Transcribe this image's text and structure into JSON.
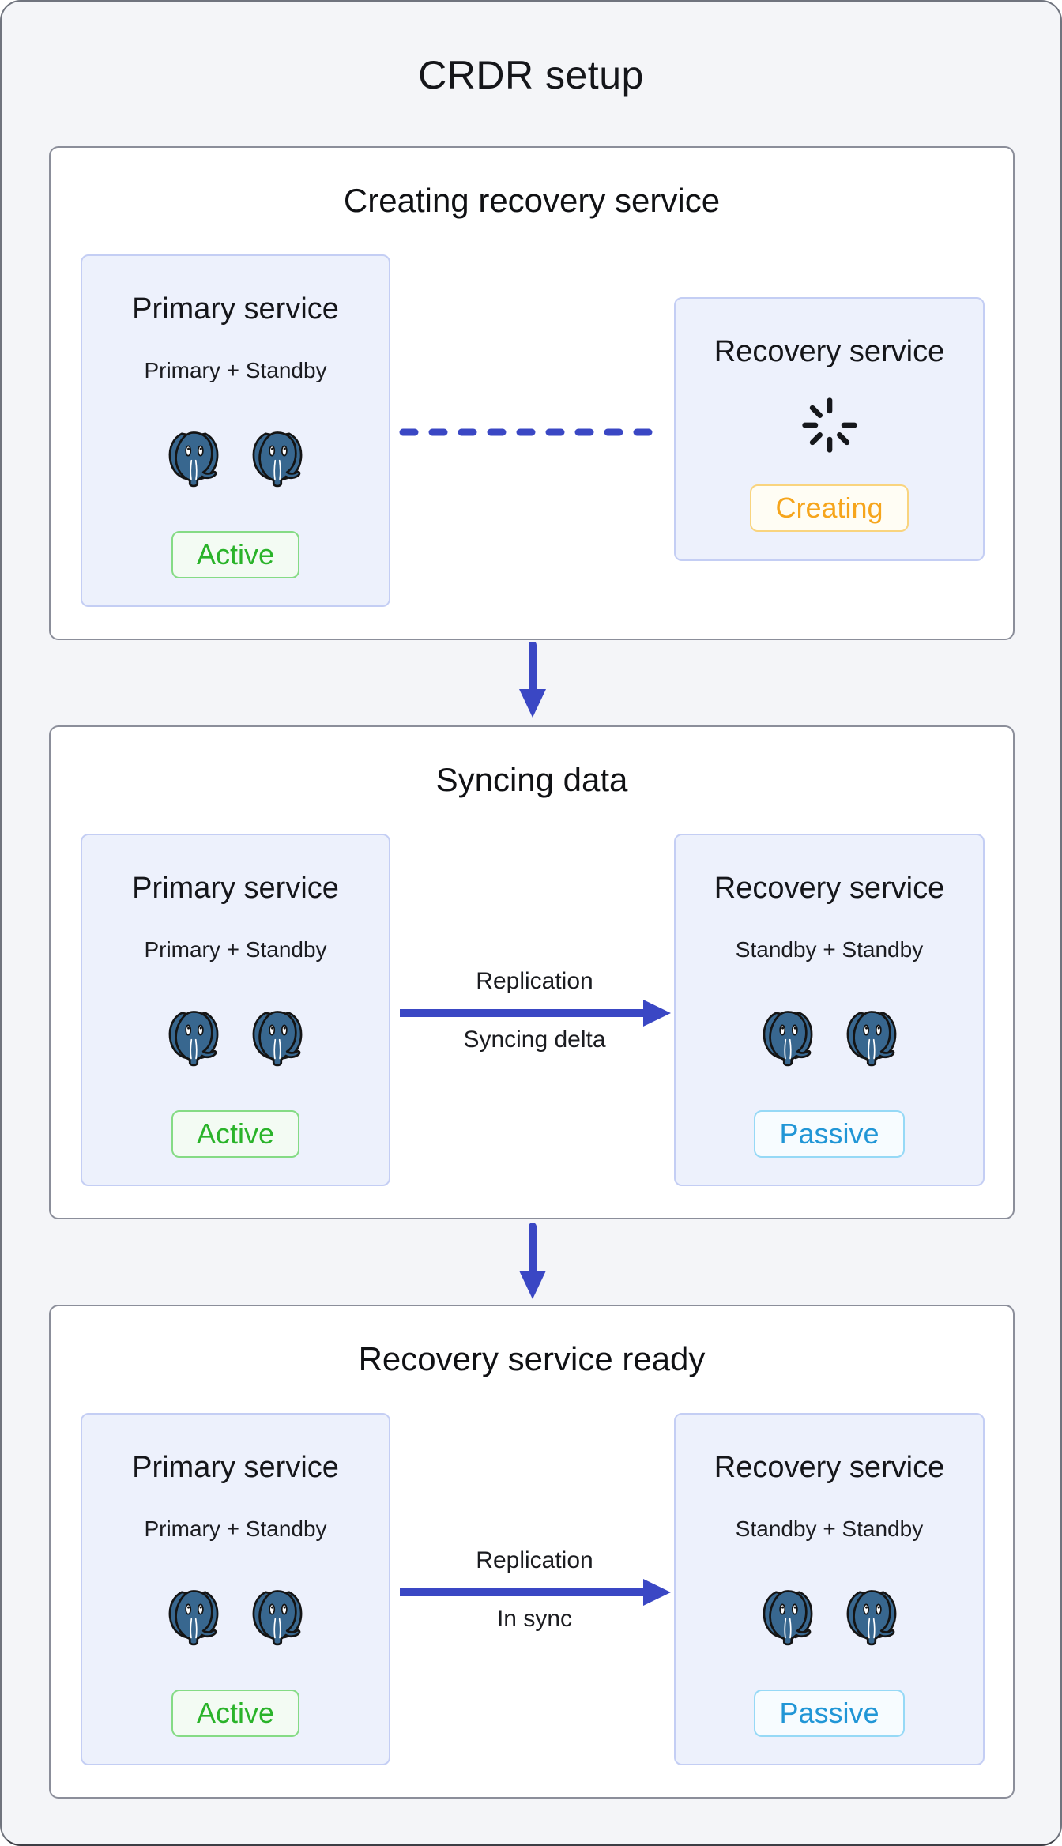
{
  "title": "CRDR setup",
  "colors": {
    "page_background": "#f4f5f8",
    "stage_background": "#ffffff",
    "card_background": "#edf1fc",
    "card_border": "#c4cef4",
    "connector_blue": "#3a47c4",
    "active_green": "#2ab32a",
    "creating_orange": "#f6a51c",
    "passive_blue": "#2196d6",
    "elephant_blue": "#38678f"
  },
  "stages": [
    {
      "title": "Creating recovery service",
      "primary": {
        "title": "Primary service",
        "subtitle": "Primary + Standby",
        "status": "Active",
        "icon_count": 2,
        "icon": "postgres-elephant"
      },
      "recovery": {
        "title": "Recovery service",
        "status": "Creating",
        "icon": "loading-spinner"
      },
      "connector": {
        "type": "dashed-line",
        "label_top": "",
        "label_bottom": ""
      }
    },
    {
      "title": "Syncing data",
      "primary": {
        "title": "Primary service",
        "subtitle": "Primary + Standby",
        "status": "Active",
        "icon_count": 2,
        "icon": "postgres-elephant"
      },
      "recovery": {
        "title": "Recovery service",
        "subtitle": "Standby + Standby",
        "status": "Passive",
        "icon_count": 2,
        "icon": "postgres-elephant"
      },
      "connector": {
        "type": "solid-arrow",
        "label_top": "Replication",
        "label_bottom": "Syncing delta"
      }
    },
    {
      "title": "Recovery service ready",
      "primary": {
        "title": "Primary service",
        "subtitle": "Primary + Standby",
        "status": "Active",
        "icon_count": 2,
        "icon": "postgres-elephant"
      },
      "recovery": {
        "title": "Recovery service",
        "subtitle": "Standby + Standby",
        "status": "Passive",
        "icon_count": 2,
        "icon": "postgres-elephant"
      },
      "connector": {
        "type": "solid-arrow",
        "label_top": "Replication",
        "label_bottom": "In sync"
      }
    }
  ]
}
